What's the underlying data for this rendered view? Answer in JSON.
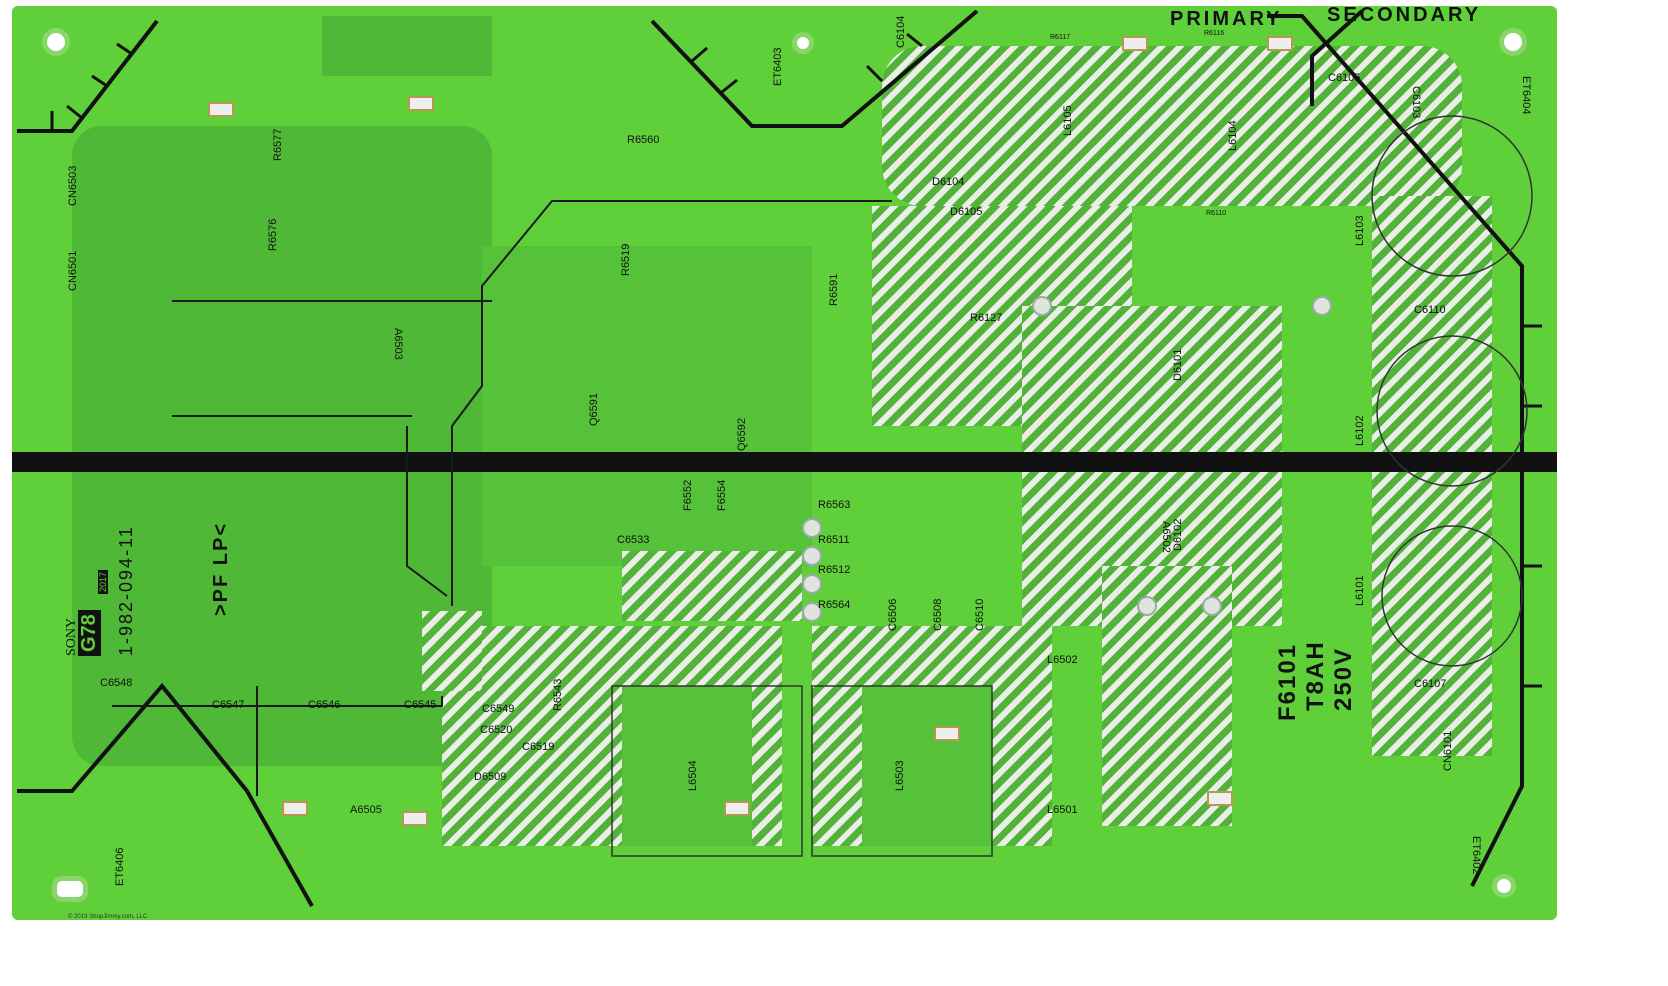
{
  "board": {
    "region_labels": {
      "primary": "PRIMARY",
      "secondary": "SECONDARY"
    },
    "fuse": {
      "ref": "F6101",
      "rating": "T8AH",
      "voltage": "250V"
    },
    "maker": {
      "brand": "SONY",
      "code": "G78",
      "year": "2017",
      "part_number": "1-982-094-11"
    },
    "silk_marking": ">PF LP<",
    "copyright": "© 2019 ShopJimmy.com, LLC",
    "components": [
      "ET6403",
      "ET6404",
      "ET6406",
      "ET6402",
      "L6504",
      "L6503",
      "L6502",
      "L6501",
      "C6506",
      "C6508",
      "C6510",
      "R6563",
      "R6511",
      "R6512",
      "R6564",
      "C6533",
      "C6519",
      "C6520",
      "C6549",
      "C6547",
      "C6546",
      "C6545",
      "C6548",
      "A6505",
      "D6509",
      "R6543",
      "L6101",
      "L6102",
      "L6103",
      "C6107",
      "C6110",
      "C6105",
      "C6104",
      "C6103",
      "D6104",
      "D6105",
      "R6127",
      "D6101",
      "D6102",
      "A6502",
      "A6503",
      "CN6101",
      "CN6503",
      "CN6501",
      "R6576",
      "R6577",
      "R6560",
      "R6519",
      "Q6591",
      "Q6592",
      "R6591",
      "F6552",
      "F6554",
      "R6117",
      "R6116",
      "R6110",
      "L6105",
      "L6104"
    ]
  }
}
